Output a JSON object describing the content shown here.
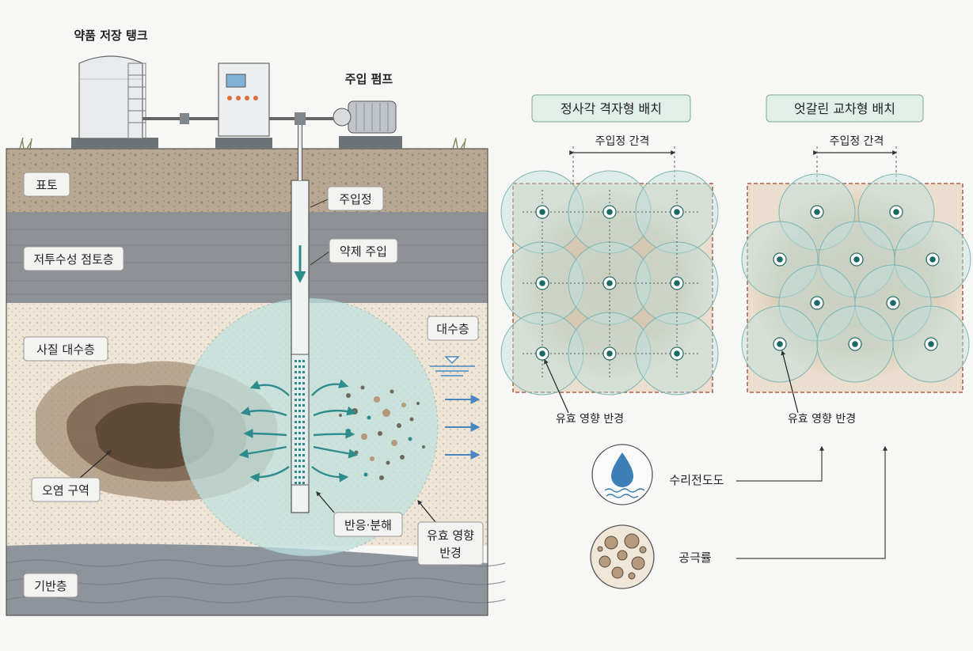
{
  "labels": {
    "storage_tank": "약품 저장 탱크",
    "pump": "주입 펌프",
    "topsoil": "표토",
    "clay": "저투수성 점토층",
    "sand_aquifer": "사질 대수층",
    "bedrock": "기반층",
    "aquifer": "대수층",
    "well": "주입정",
    "injection": "약제 주입",
    "contamination": "오염 구역",
    "reaction": "반응·분해",
    "radius_line1": "유효 영향",
    "radius_line2": "반경"
  },
  "layouts": {
    "square": {
      "title": "정사각 격자형 배치",
      "spacing": "주입정 간격",
      "radius": "유효 영향 반경"
    },
    "staggered": {
      "title": "엇갈린 교차형 배치",
      "spacing": "주입정 간격",
      "radius": "유효 영향 반경"
    }
  },
  "factors": {
    "conductivity": "수리전도도",
    "porosity": "공극률"
  },
  "colors": {
    "topsoil": "#b8a792",
    "clay": "#8e9196",
    "sand": "#efe5d6",
    "bedrock": "#8e949b",
    "plume": "#6b5644",
    "influence": "#bfe0de",
    "arrow": "#2f8c8c",
    "well_dot": "#1a6a62",
    "frame": "#9c4a2a",
    "label_bg": "#f3f3f1"
  }
}
